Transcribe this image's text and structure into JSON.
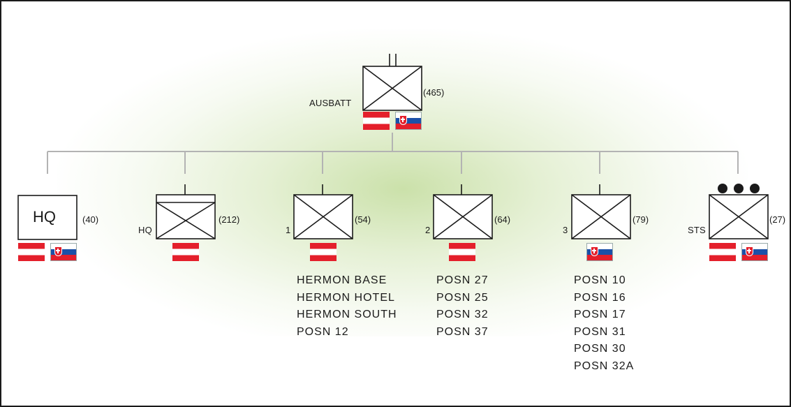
{
  "colors": {
    "austria_red": "#e41f2b",
    "slovakia_blue": "#1b51a8",
    "connector_gray": "#b3b3b3",
    "background_glow": "#a6c86a"
  },
  "top": {
    "name": "AUSBATT",
    "count": "(465)",
    "flags": [
      "austria",
      "slovakia"
    ]
  },
  "units": [
    {
      "id": "hq-coy",
      "inner_label": "HQ",
      "side_label": "",
      "count": "(40)",
      "flags": [
        "austria",
        "slovakia"
      ],
      "locations": []
    },
    {
      "id": "hq-ptl",
      "inner_label": "",
      "side_label": "HQ",
      "count": "(212)",
      "flags": [
        "austria"
      ],
      "locations": []
    },
    {
      "id": "coy-1",
      "inner_label": "",
      "side_label": "1",
      "count": "(54)",
      "flags": [
        "austria"
      ],
      "locations": [
        "HERMON BASE",
        "HERMON HOTEL",
        "HERMON SOUTH",
        "POSN 12"
      ]
    },
    {
      "id": "coy-2",
      "inner_label": "",
      "side_label": "2",
      "count": "(64)",
      "flags": [
        "austria"
      ],
      "locations": [
        "POSN 27",
        "POSN 25",
        "POSN 32",
        "POSN 37"
      ]
    },
    {
      "id": "coy-3",
      "inner_label": "",
      "side_label": "3",
      "count": "(79)",
      "flags": [
        "slovakia"
      ],
      "locations": [
        "POSN 10",
        "POSN 16",
        "POSN 17",
        "POSN 31",
        "POSN 30",
        "POSN 32A"
      ]
    },
    {
      "id": "sts",
      "inner_label": "",
      "side_label": "STS",
      "count": "(27)",
      "flags": [
        "austria",
        "slovakia"
      ],
      "locations": []
    }
  ]
}
